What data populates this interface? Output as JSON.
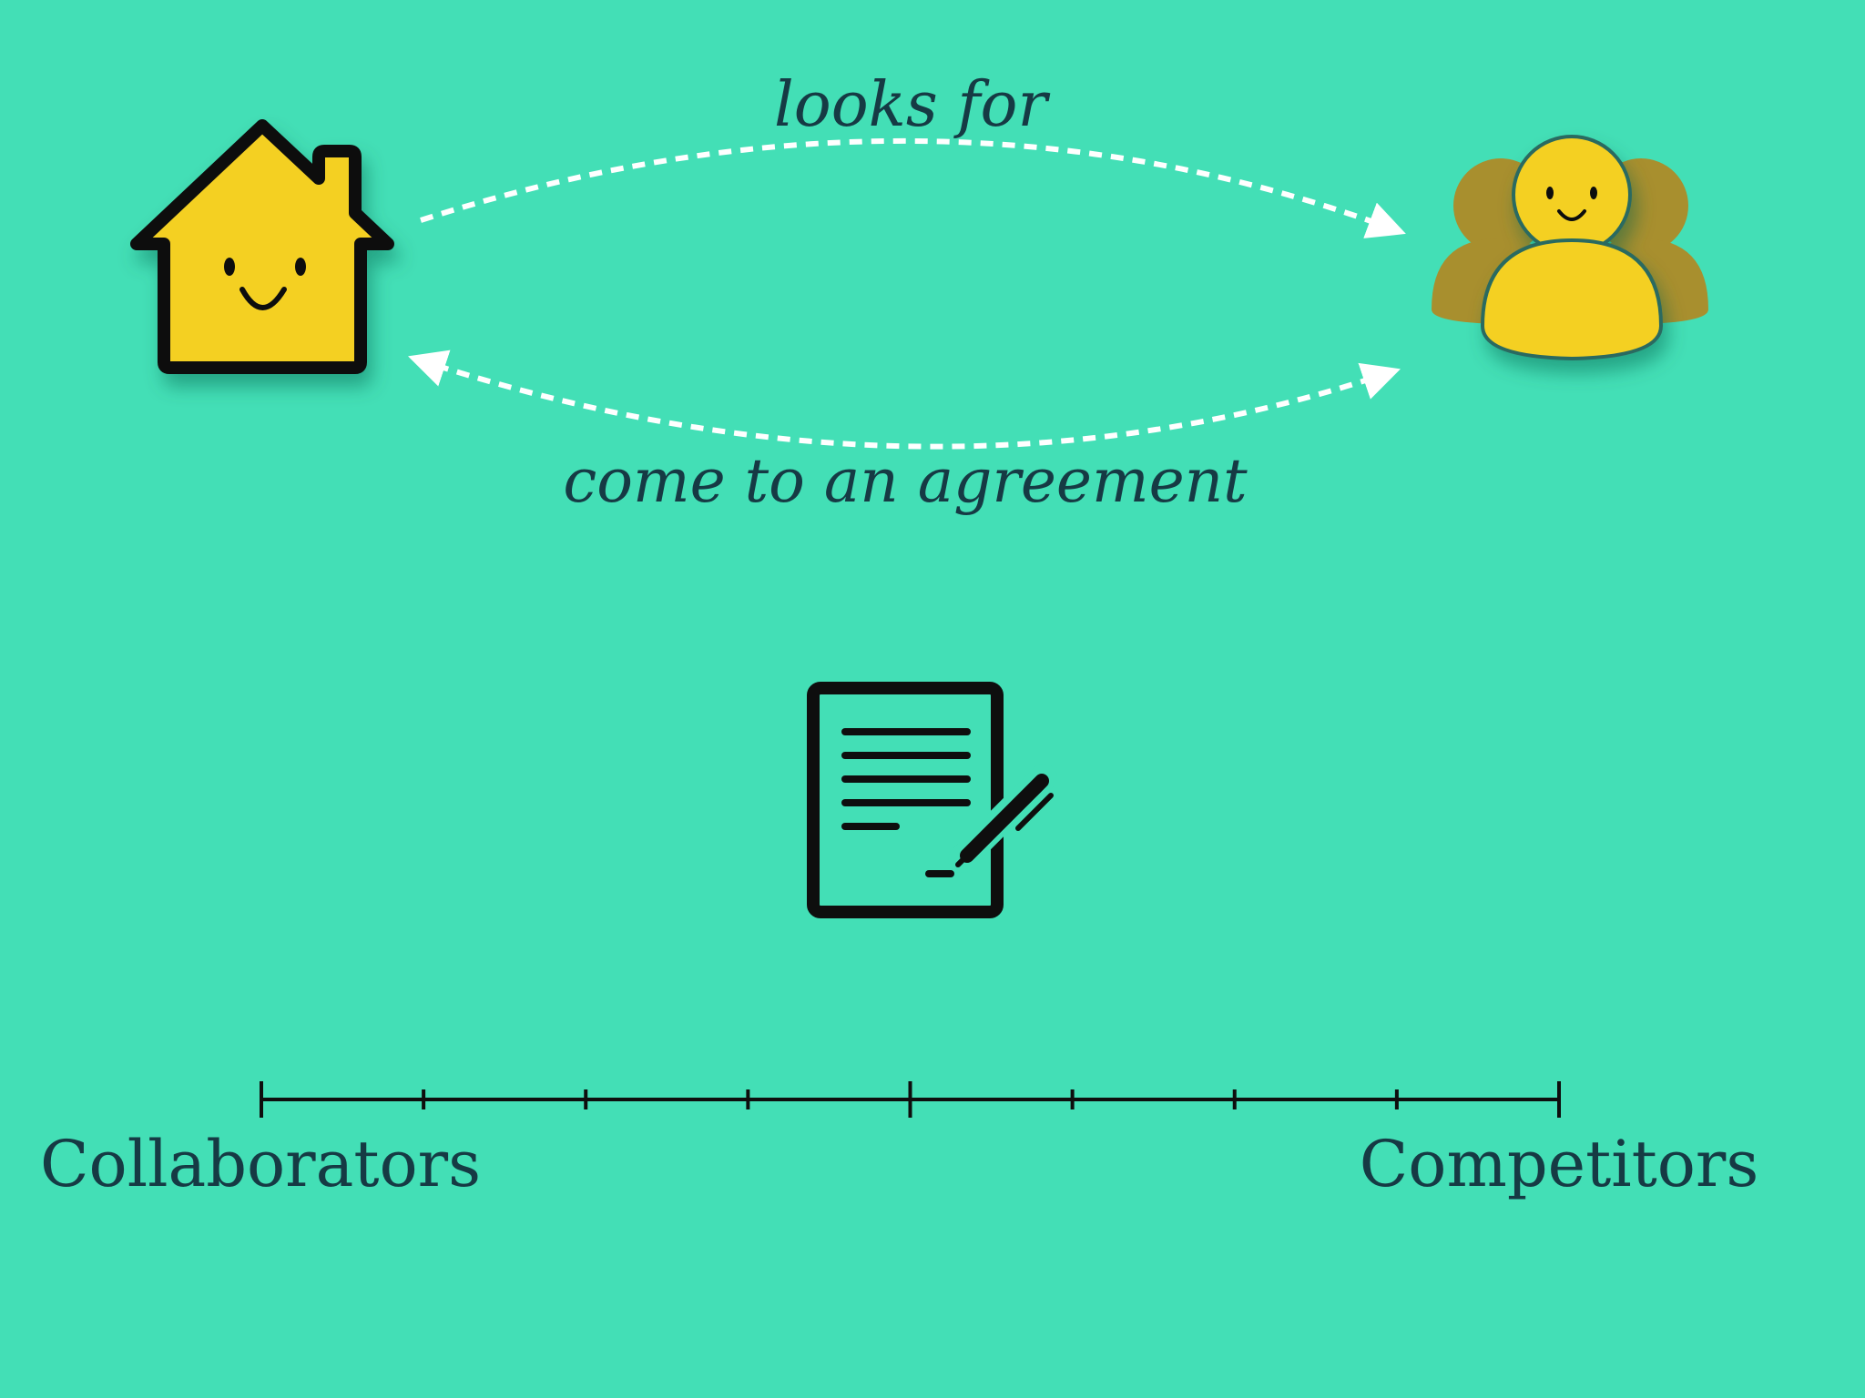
{
  "labels": {
    "looks_for": "looks for",
    "agreement": "come to an agreement",
    "left_end": "Collaborators",
    "right_end": "Competitors"
  },
  "colors": {
    "background": "#43DFB6",
    "icon_fill": "#F4D023",
    "icon_back_figures": "#A88F2E",
    "stroke": "#0E0E0E",
    "arrow": "#FFFFFF",
    "text": "#163A44"
  },
  "icons": {
    "house": "house-smiley-icon",
    "group": "people-group-icon",
    "contract": "signed-contract-icon"
  },
  "scale": {
    "tick_count": 9
  }
}
